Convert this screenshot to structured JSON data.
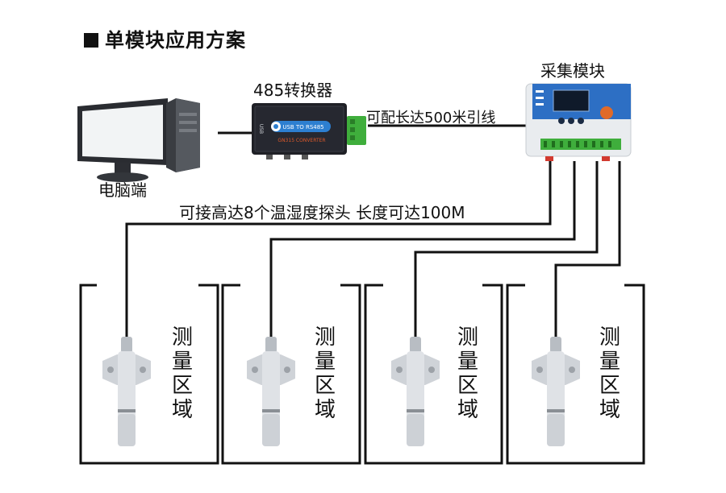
{
  "title": "单模块应用方案",
  "labels": {
    "converter": "485转换器",
    "pc": "电脑端",
    "module": "采集模块",
    "cable_500m": "可配长达500米引线",
    "probe_cable": "可接高达8个温湿度探头  长度可达100M"
  },
  "converter_device": {
    "band_text": "USB TO RS485",
    "model_text": "GN315  CONVERTER",
    "side_text": "USB"
  },
  "zones": [
    {
      "label": "测量区域"
    },
    {
      "label": "测量区域"
    },
    {
      "label": "测量区域"
    },
    {
      "label": "测量区域"
    }
  ],
  "colors": {
    "wire": "#111111",
    "converter_body": "#1f2026",
    "converter_band": "#2d7fd0",
    "terminal_green": "#3fae3c",
    "module_body": "#e9ecef",
    "module_panel": "#2d6fc4",
    "module_led": "#e06a28"
  }
}
